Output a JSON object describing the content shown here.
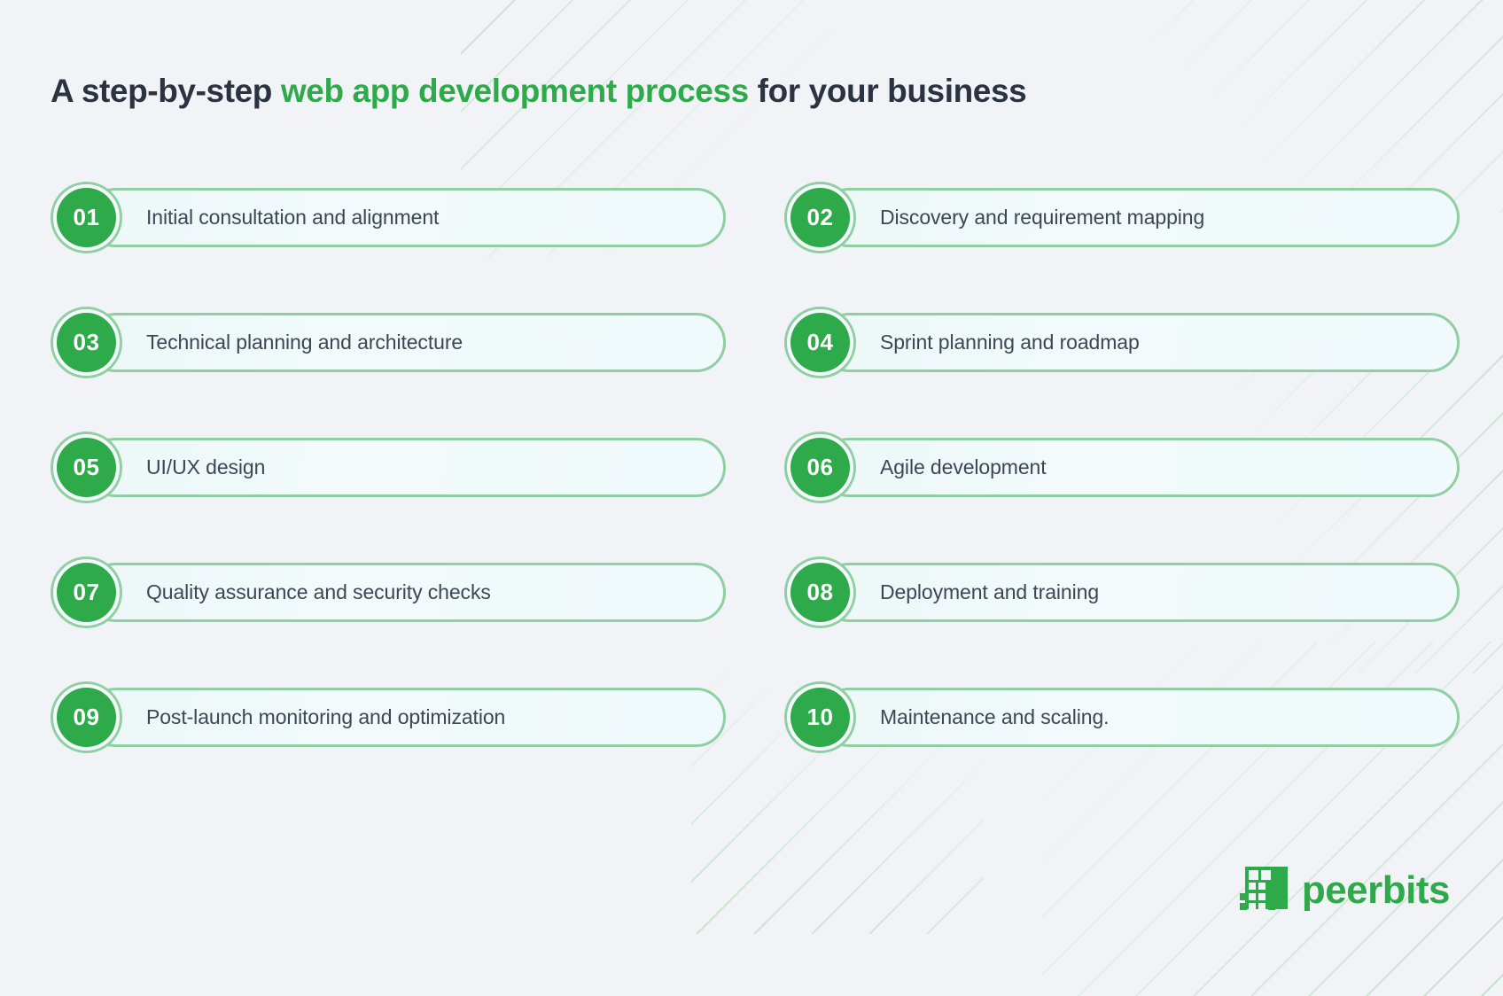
{
  "heading": {
    "prefix": "A step-by-step ",
    "highlight": "web app development process",
    "suffix": " for your business"
  },
  "colors": {
    "background": "#f2f3f7",
    "accent_green": "#2faa4b",
    "pill_border": "#8fcfa1",
    "pill_fill": "#f0f9fb",
    "text_dark": "#2b3240",
    "label_text": "#3d4654",
    "badge_text": "#ffffff",
    "stripe_green": "#7bc98c"
  },
  "steps": [
    {
      "number": "01",
      "label": "Initial consultation and alignment"
    },
    {
      "number": "02",
      "label": "Discovery and requirement mapping"
    },
    {
      "number": "03",
      "label": "Technical planning and architecture"
    },
    {
      "number": "04",
      "label": "Sprint planning and roadmap"
    },
    {
      "number": "05",
      "label": "UI/UX design"
    },
    {
      "number": "06",
      "label": "Agile development"
    },
    {
      "number": "07",
      "label": "Quality assurance and security checks"
    },
    {
      "number": "08",
      "label": "Deployment and training"
    },
    {
      "number": "09",
      "label": "Post-launch monitoring and optimization"
    },
    {
      "number": "10",
      "label": "Maintenance and scaling."
    }
  ],
  "logo": {
    "wordmark": "peerbits",
    "mark_icon": "peerbits-pixel-square-icon"
  }
}
